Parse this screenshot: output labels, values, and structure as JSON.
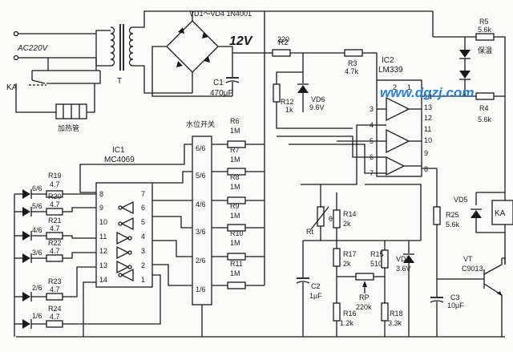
{
  "labels": {
    "ac_input": "AC220V",
    "transformer": "T",
    "relay_contact": "KA",
    "heater": "加热管",
    "bridge": "VD1～VD4 1N4001",
    "voltage12": "12V",
    "c1_name": "C1",
    "c1_value": "470μF",
    "r2_name": "R2",
    "r2_value": "220",
    "r12_name": "R12",
    "r12_value": "1k",
    "vd6_name": "VD6",
    "vd6_value": "9.6V",
    "r3_name": "R3",
    "r3_value": "4.7k",
    "ic2_name": "IC2",
    "ic2_part": "LM339",
    "r5_name": "R5",
    "r5_value": "5.6k",
    "keep_warm": "保温",
    "r4_name": "R4",
    "r4_value": "5.6k",
    "level_switch": "水位开关",
    "ic1_name": "IC1",
    "ic1_part": "MC4069",
    "vd5_name": "VD5",
    "ka_coil": "KA",
    "r25_name": "R25",
    "r25_value": "5.6k",
    "vt_name": "VT",
    "vt_part": "C9013",
    "c3_name": "C3",
    "c3_value": "10μF",
    "rt_name": "Rt",
    "theta": "θ",
    "r14_name": "R14",
    "r14_value": "2k",
    "r17_name": "R17",
    "r17_value": "2k",
    "r15_name": "R15",
    "r15_value": "510",
    "vd7_name": "VD7",
    "vd7_value": "3.6V",
    "c2_name": "C2",
    "c2_value": "1μF",
    "rp_name": "RP",
    "rp_value": "220k",
    "r16_name": "R16",
    "r16_value": "1.2k",
    "r18_name": "R18",
    "r18_value": "3.3k",
    "watermark": "www.dgzj.com"
  },
  "switch_taps": [
    "6/6",
    "5/6",
    "4/6",
    "3/6",
    "2/6",
    "1/6"
  ],
  "switch_resistors": [
    {
      "name": "R6",
      "value": "1M"
    },
    {
      "name": "R7",
      "value": "1M"
    },
    {
      "name": "R8",
      "value": "1M"
    },
    {
      "name": "R9",
      "value": "1M"
    },
    {
      "name": "R10",
      "value": "1M"
    },
    {
      "name": "R11",
      "value": "1M"
    }
  ],
  "led_rows": [
    {
      "resistor": "R19",
      "value": "4.7",
      "level": "6/6"
    },
    {
      "resistor": "R20",
      "value": "4.7",
      "level": "5/6"
    },
    {
      "resistor": "R21",
      "value": "4.7",
      "level": "4/6"
    },
    {
      "resistor": "R22",
      "value": "4.7",
      "level": "3/6"
    },
    {
      "resistor": "R23",
      "value": "4.7",
      "level": "2/6"
    },
    {
      "resistor": "R24",
      "value": "4.7",
      "level": "1/6"
    }
  ],
  "ic1_pins_left": [
    "8",
    "9",
    "10",
    "11",
    "12",
    "13",
    "14"
  ],
  "ic1_pins_right": [
    "7",
    "6",
    "5",
    "4",
    "3",
    "2",
    "1"
  ],
  "ic2_pins_left": [
    "3",
    "4",
    "5",
    "6",
    "7"
  ],
  "ic2_pins_right": [
    "14",
    "13",
    "12",
    "11",
    "10",
    "9",
    "8"
  ],
  "ic2_pins_top": [
    "2",
    "1"
  ]
}
